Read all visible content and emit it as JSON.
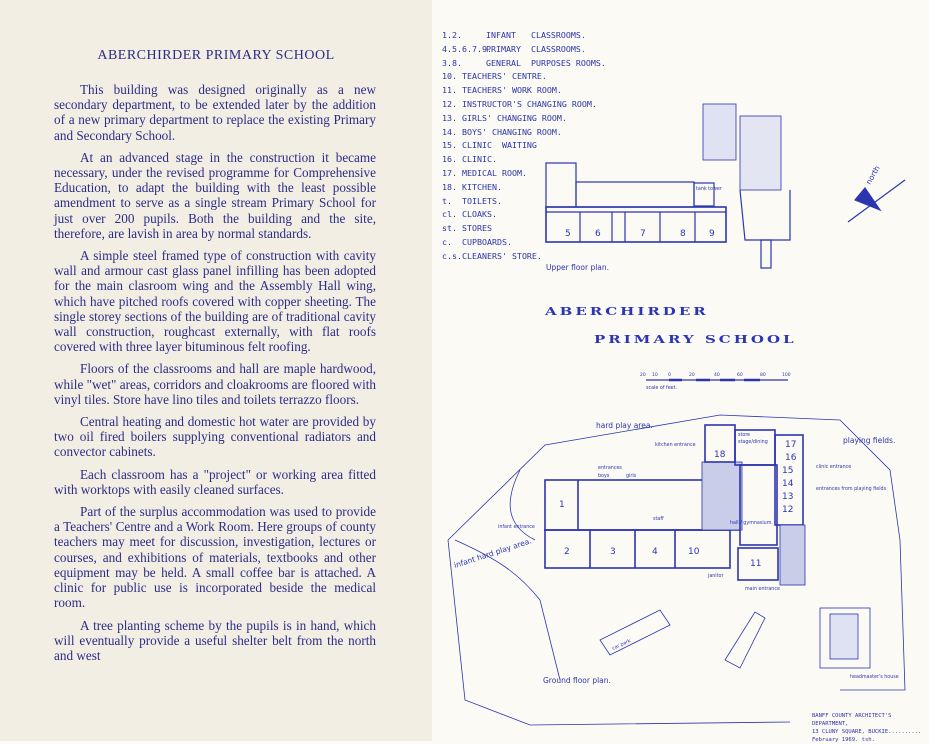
{
  "left_page": {
    "title": "ABERCHIRDER PRIMARY SCHOOL",
    "paragraphs": [
      "This building was designed originally as a new secondary department, to be extended later by the addition of a new primary department to replace the existing Primary and Secondary School.",
      "At an advanced stage in the construction it became necessary, under the revised programme for Comprehensive Education, to adapt the building with the least possible amendment to serve as a single stream Primary School for just over 200 pupils. Both the building and the site, therefore, are lavish in area by normal standards.",
      "A simple steel framed type of construction with cavity wall and armour cast glass panel infilling has been adopted for the main clasroom wing and the Assembly Hall wing, which have pitched roofs covered with copper sheeting. The single storey sections of the building are of traditional cavity wall construction, roughcast externally, with flat roofs covered with three layer bituminous felt roofing.",
      "Floors of the classrooms and hall are maple hardwood, while \"wet\" areas, corridors and cloakrooms are floored with vinyl tiles. Store have lino tiles and toilets terrazzo floors.",
      "Central heating and domestic hot water are provided by two oil fired boilers supplying conventional radiators and convector cabinets.",
      "Each classroom has a \"project\" or working area fitted with worktops with easily cleaned surfaces.",
      "Part of the surplus accommodation was used to provide a Teachers' Centre and a Work Room. Here groups of county teachers may meet for discussion, investigation, lectures or courses, and exhibitions of materials, textbooks and other equipment may be held. A small coffee bar is attached. A clinic for public use is incorporated beside the medical room.",
      "A tree planting scheme by the pupils is in hand, which will eventually provide a useful shelter belt from the north and west"
    ]
  },
  "right_page": {
    "legend": [
      {
        "key": "1.2.",
        "label": "INFANT   CLASSROOMS."
      },
      {
        "key": "4.5.6.7.9.",
        "label": "PRIMARY  CLASSROOMS."
      },
      {
        "key": "3.8.",
        "label": "GENERAL  PURPOSES ROOMS."
      },
      {
        "key": "10.",
        "label": "TEACHERS' CENTRE."
      },
      {
        "key": "11.",
        "label": "TEACHERS' WORK ROOM."
      },
      {
        "key": "12.",
        "label": "INSTRUCTOR'S CHANGING ROOM."
      },
      {
        "key": "13.",
        "label": "GIRLS' CHANGING ROOM."
      },
      {
        "key": "14.",
        "label": "BOYS' CHANGING ROOM."
      },
      {
        "key": "15.",
        "label": "CLINIC  WAITING"
      },
      {
        "key": "16.",
        "label": "CLINIC."
      },
      {
        "key": "17.",
        "label": "MEDICAL ROOM."
      },
      {
        "key": "18.",
        "label": "KITCHEN."
      },
      {
        "key": "t.",
        "label": "TOILETS."
      },
      {
        "key": "cl.",
        "label": "CLOAKS."
      },
      {
        "key": "st.",
        "label": "STORES"
      },
      {
        "key": "c.",
        "label": "CUPBOARDS."
      },
      {
        "key": "c.s.",
        "label": "CLEANERS' STORE."
      }
    ],
    "heading_line1": "ABERCHIRDER",
    "heading_line2": "PRIMARY SCHOOL",
    "north_label": "north",
    "upper_plan": {
      "caption": "Upper floor plan.",
      "rooms": [
        "5",
        "6",
        "7",
        "8",
        "9"
      ],
      "tank_tower": "tank tower"
    },
    "scale": {
      "ticks": [
        "20",
        "10",
        "0",
        "20",
        "40",
        "60",
        "80",
        "100"
      ],
      "caption": "scale of feet."
    },
    "ground_plan": {
      "caption": "Ground floor plan.",
      "hard_play_area": "hard play area.",
      "playing_fields": "playing fields.",
      "infant_play": "infant hard play area.",
      "infant_entrance": "infant entrance",
      "entrances": "entrances",
      "boys": "boys",
      "girls": "girls",
      "kitchen_entrance": "kitchen entrance",
      "store": "store",
      "stage": "stage/dining",
      "clinic_entrance": "clinic entrance",
      "entrances_fields": "entrances from playing fields",
      "hall": "hall / gymnasium.",
      "staff": "staff",
      "janitor": "janitor",
      "main_entrance": "main entrance",
      "car_park": "car park",
      "headmaster": "headmaster's house",
      "rooms": [
        "1",
        "2",
        "3",
        "4",
        "10",
        "11",
        "12",
        "13",
        "14",
        "15",
        "16",
        "17",
        "18"
      ]
    },
    "credit": [
      "BANFF COUNTY ARCHITECT'S DEPARTMENT,",
      "13 CLUNY SQUARE, BUCKIE..........",
      "February 1969.              tsh."
    ]
  }
}
